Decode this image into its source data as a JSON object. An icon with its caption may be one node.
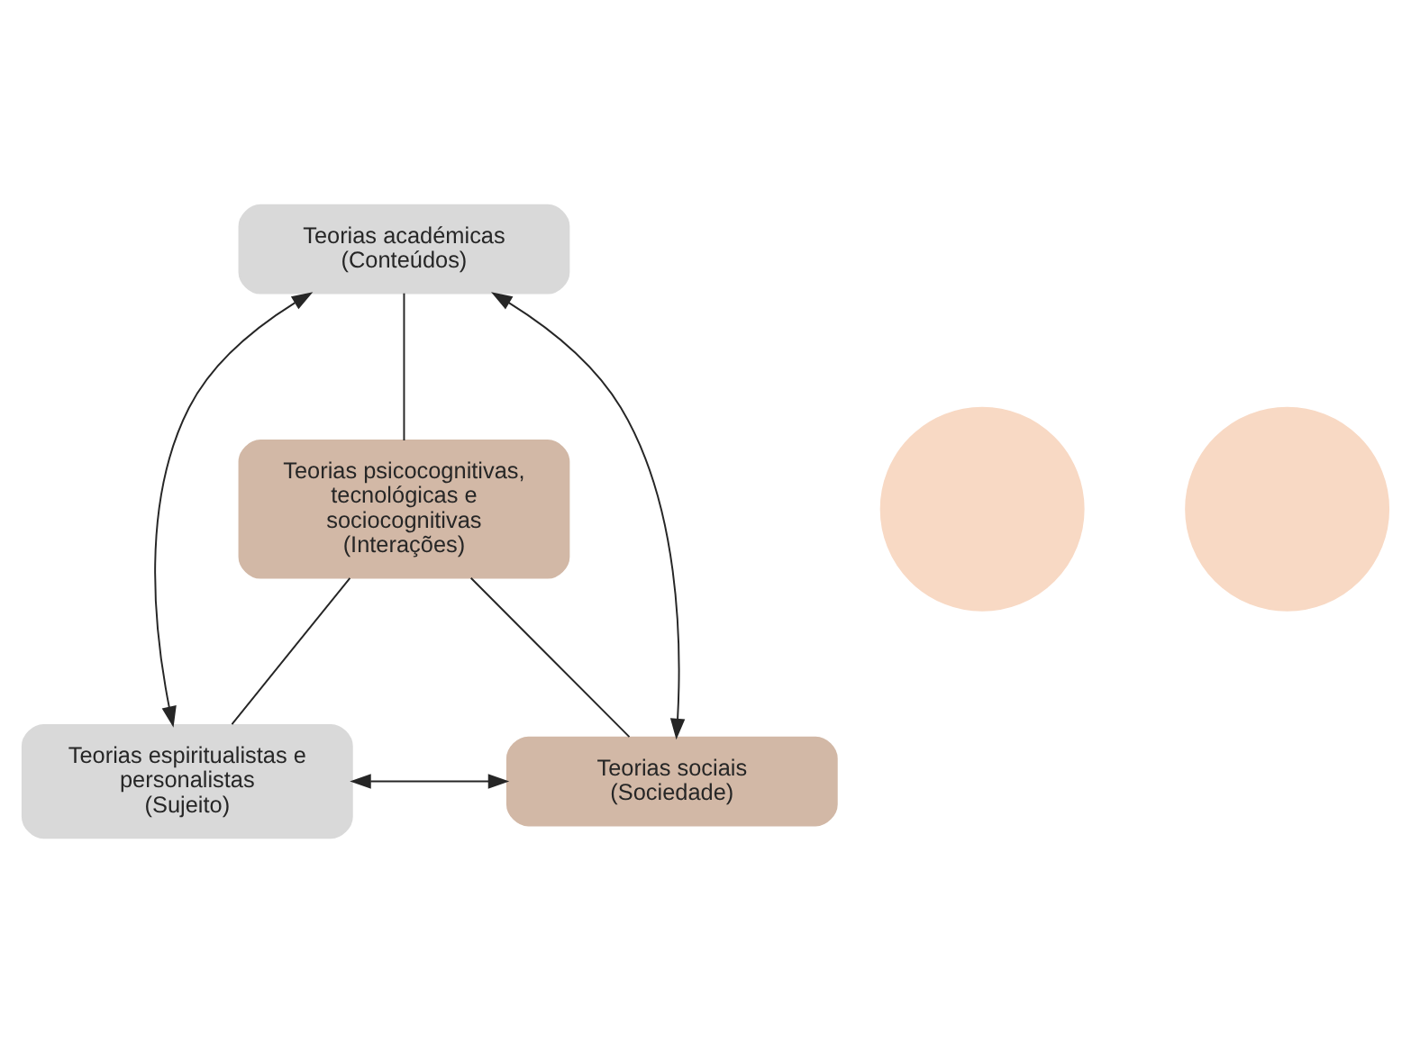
{
  "diagram": {
    "nodes": [
      {
        "text": [
          "Teorias académicas",
          "(Conteúdos)"
        ]
      },
      {
        "text": [
          "Teorias psicocognitivas, tecnológicas e sociocognitivas",
          "(Interações)"
        ]
      },
      {
        "text": [
          "Teorias espiritualistas e personalistas",
          "(Sujeito)"
        ]
      },
      {
        "text": [
          "Teorias sociais",
          "(Sociedade)"
        ]
      },
      {
        "text": [],
        "shape": "circle"
      },
      {
        "text": [],
        "shape": "circle"
      }
    ],
    "edges": [
      {
        "from": 0,
        "to": 2,
        "arrow": "both"
      },
      {
        "from": 0,
        "to": 3,
        "arrow": "both"
      },
      {
        "from": 2,
        "to": 3,
        "arrow": "both"
      },
      {
        "from": 0,
        "to": 1,
        "arrow": "none"
      },
      {
        "from": 1,
        "to": 2,
        "arrow": "none"
      },
      {
        "from": 1,
        "to": 3,
        "arrow": "none"
      }
    ]
  }
}
